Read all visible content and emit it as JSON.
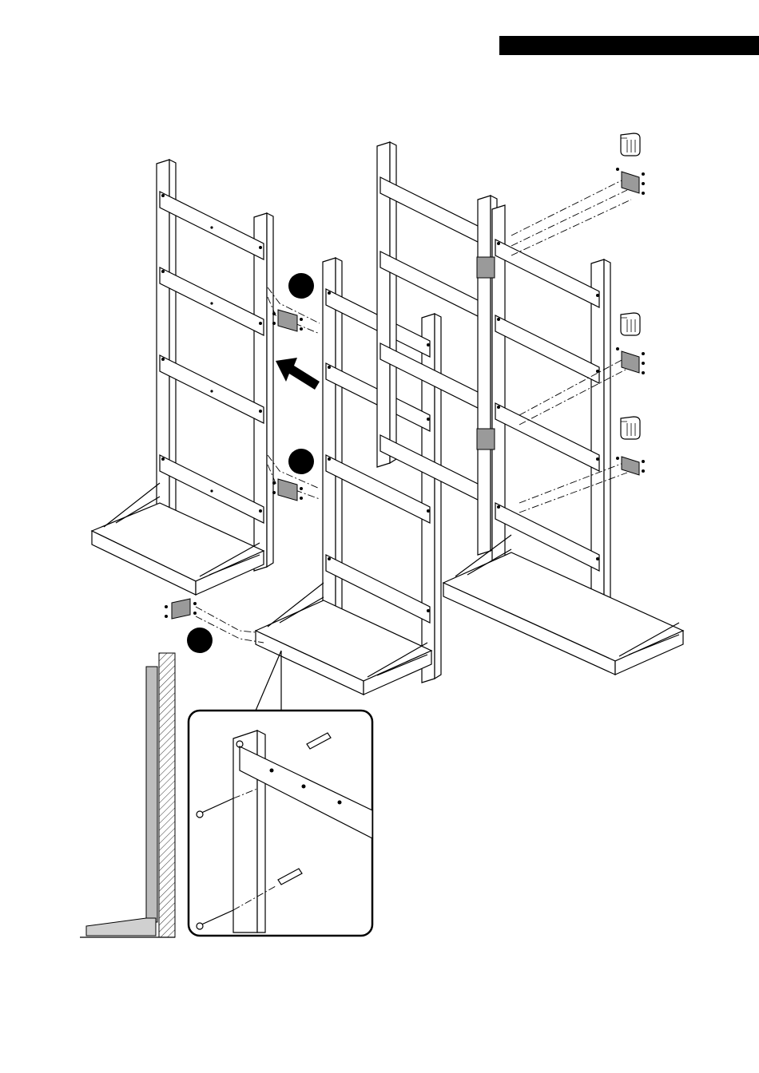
{
  "page": {
    "header_bar": {
      "color": "#000000",
      "text": ""
    }
  },
  "diagram": {
    "subject": "shelving-rack-assembly",
    "step_markers": [
      {
        "id": "marker-1",
        "label": ""
      },
      {
        "id": "marker-2",
        "label": ""
      },
      {
        "id": "marker-3",
        "label": ""
      }
    ],
    "hand_pointers": [
      {
        "id": "hand-1",
        "icon": "pointing-hand-icon"
      },
      {
        "id": "hand-2",
        "icon": "pointing-hand-icon"
      },
      {
        "id": "hand-3",
        "icon": "pointing-hand-icon"
      }
    ],
    "direction_arrow": {
      "icon": "arrow-left-icon"
    },
    "detail_inset": {
      "content": "wall-anchor-screw-detail"
    },
    "side_view": {
      "content": "wall-mounted-side-view"
    },
    "colors": {
      "line": "#000000",
      "plate": "#9a9a9a",
      "background": "#ffffff"
    }
  }
}
